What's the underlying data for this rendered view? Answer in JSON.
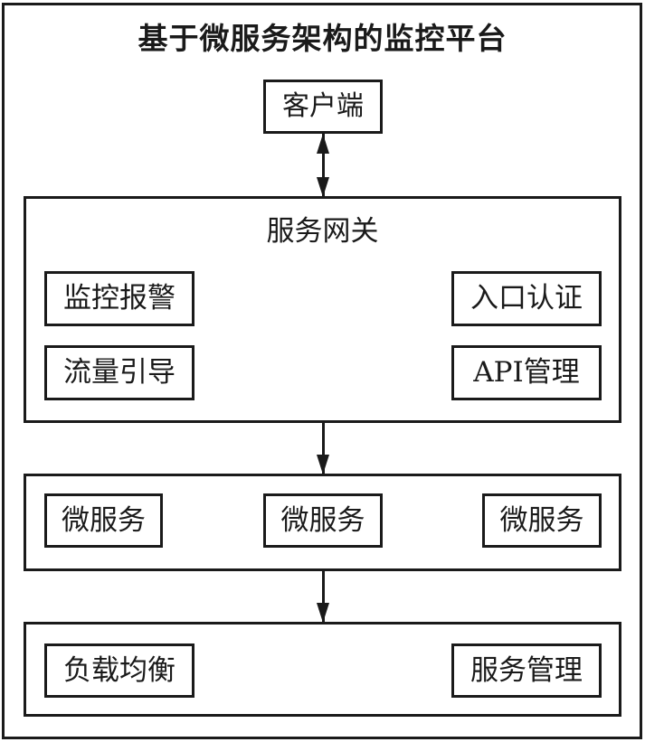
{
  "diagram": {
    "title": "基于微服务架构的监控平台",
    "client": {
      "label": "客户端"
    },
    "gateway": {
      "label": "服务网关",
      "modules": [
        {
          "label": "监控报警"
        },
        {
          "label": "流量引导"
        },
        {
          "label": "入口认证"
        },
        {
          "label": "API管理"
        }
      ]
    },
    "microservices": {
      "items": [
        {
          "label": "微服务"
        },
        {
          "label": "微服务"
        },
        {
          "label": "微服务"
        }
      ]
    },
    "infrastructure": {
      "items": [
        {
          "label": "负载均衡"
        },
        {
          "label": "服务管理"
        }
      ]
    },
    "connectors": [
      {
        "name": "client-to-gateway",
        "type": "bidirectional"
      },
      {
        "name": "gateway-to-microservices",
        "type": "down"
      },
      {
        "name": "microservices-to-infrastructure",
        "type": "down"
      }
    ],
    "colors": {
      "stroke": "#1a1a1a",
      "background": "#ffffff"
    }
  }
}
